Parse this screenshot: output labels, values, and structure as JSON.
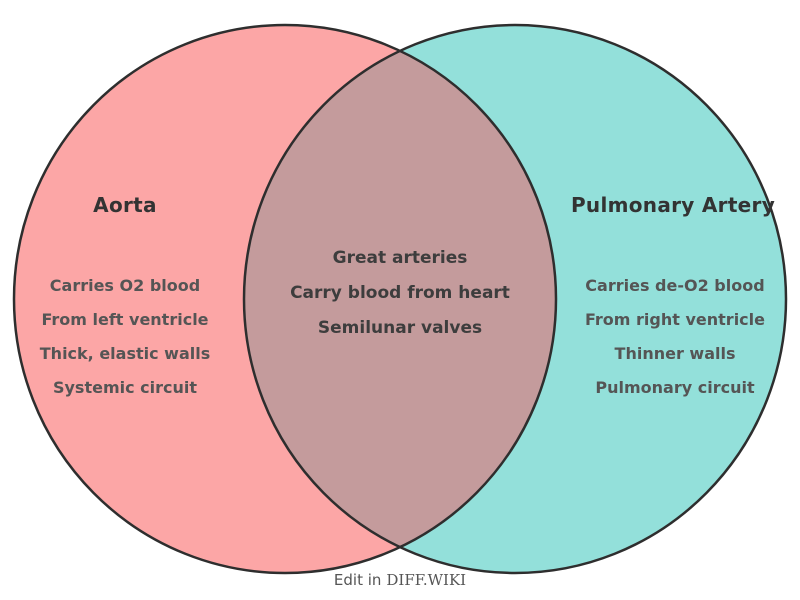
{
  "venn": {
    "outline_color": "#2e2e2e",
    "title_color": "#333333",
    "list_text_color": "#555555",
    "overlap_text_color": "#3d3d3d",
    "left": {
      "title": "Aorta",
      "color": "#FCA6A6",
      "items": [
        "Carries O2 blood",
        "From left ventricle",
        "Thick, elastic walls",
        "Systemic circuit"
      ]
    },
    "right": {
      "title": "Pulmonary Artery",
      "color": "#93E0DA",
      "items": [
        "Carries de-O2 blood",
        "From right ventricle",
        "Thinner walls",
        "Pulmonary circuit"
      ]
    },
    "overlap": {
      "color": "#C49B9C",
      "items": [
        "Great arteries",
        "Carry blood from heart",
        "Semilunar valves"
      ]
    }
  },
  "footer": {
    "prefix": "Edit in",
    "brand": "DIFF.WIKI",
    "color": "#555555"
  }
}
